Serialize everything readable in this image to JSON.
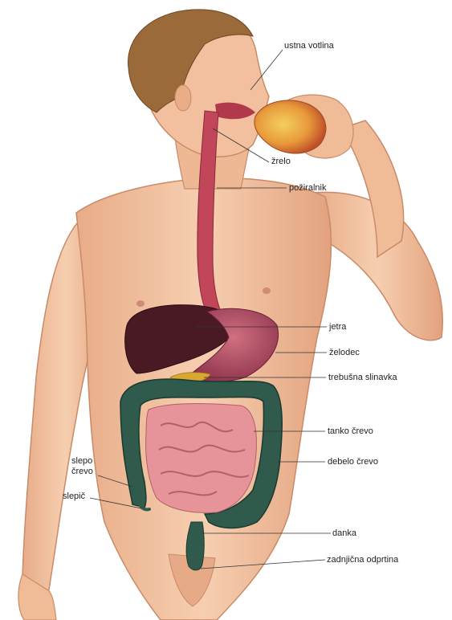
{
  "colors": {
    "skin": "#f2c09e",
    "skin_shadow": "#d99a78",
    "hair": "#9a6a3a",
    "esophagus": "#c2465a",
    "liver": "#4a1a24",
    "stomach": "#b0506a",
    "pancreas": "#d8a830",
    "small_intestine": "#e6949a",
    "large_intestine": "#2f5a4c",
    "pear": "#e0a040",
    "leader_line": "#333333"
  },
  "labels": {
    "mouth": "ustna votlina",
    "pharynx": "žrelo",
    "esophagus": "požiralnik",
    "liver": "jetra",
    "stomach": "želodec",
    "pancreas": "trebušna slinavka",
    "small_intestine": "tanko črevo",
    "large_intestine": "debelo črevo",
    "cecum_line1": "slepo",
    "cecum_line2": "črevo",
    "appendix": "slepič",
    "rectum": "danka",
    "anus": "zadnjična odprtina"
  }
}
